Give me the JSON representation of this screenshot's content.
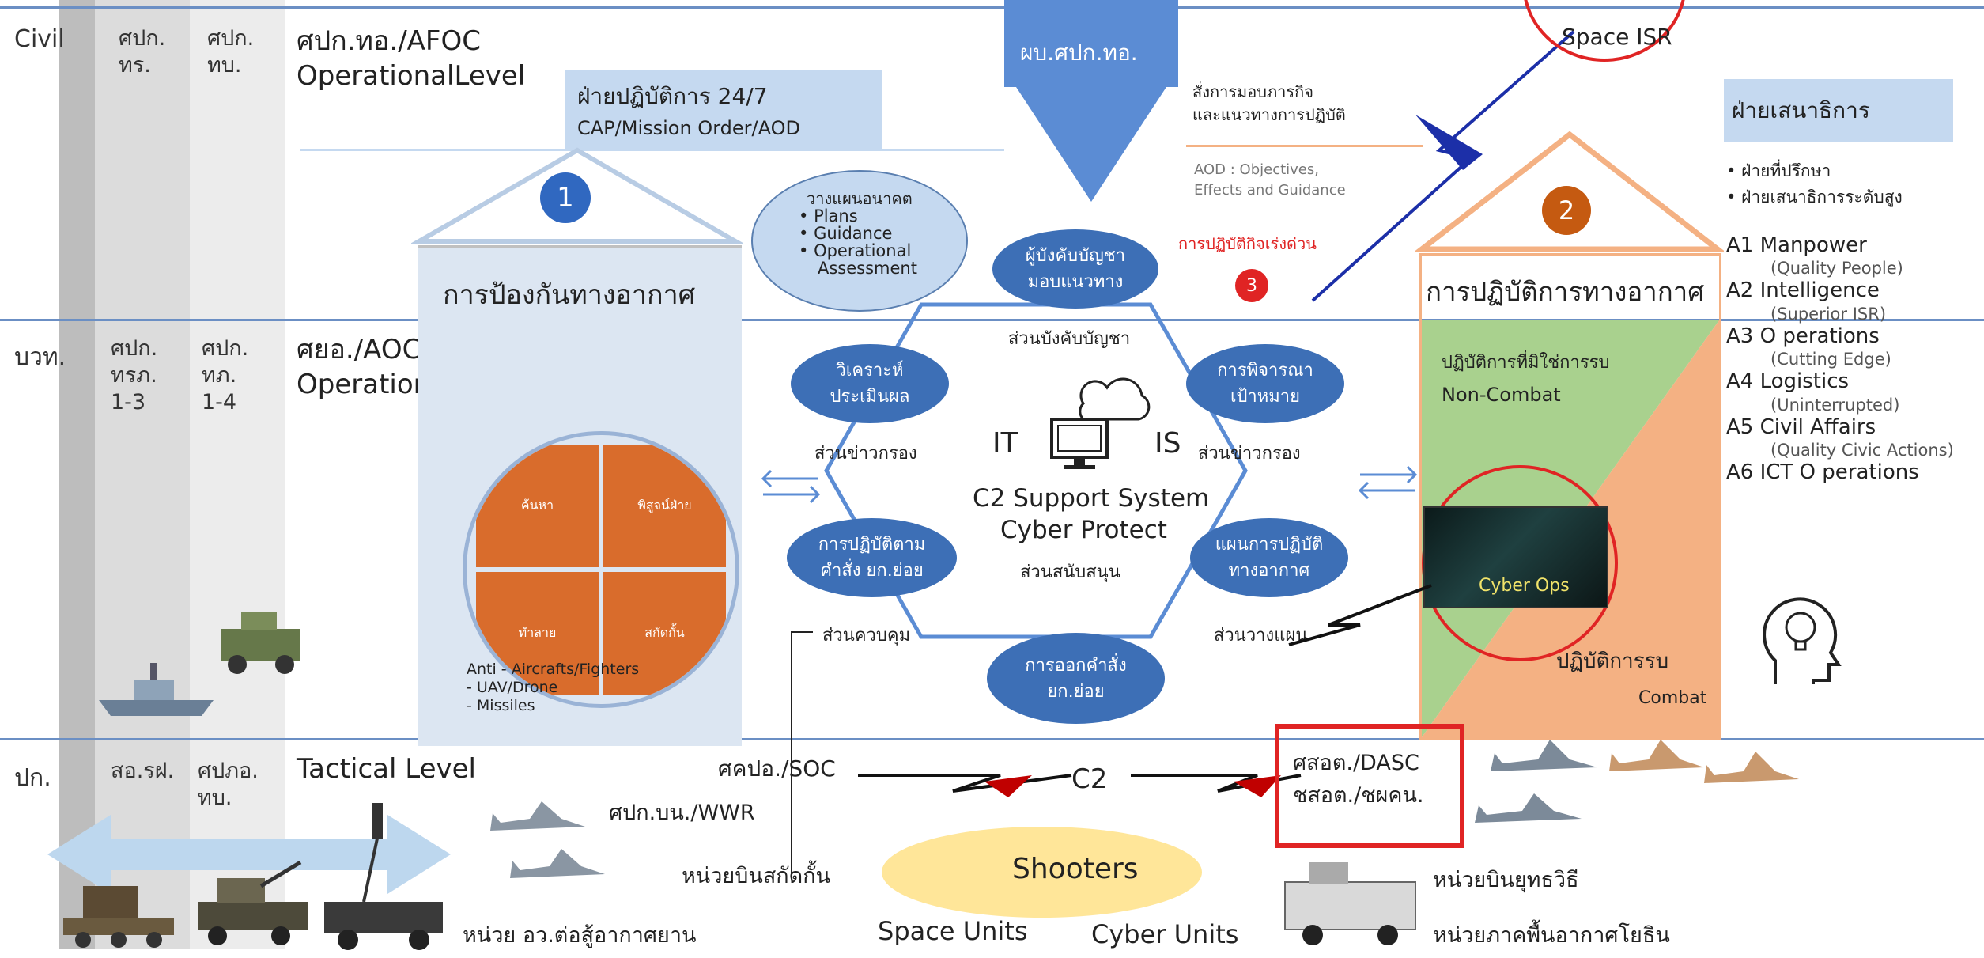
{
  "levels": {
    "civil": {
      "label": "Civil",
      "unit1": "ศปก.\nทร.",
      "unit2": "ศปก.\nทบ.",
      "title": "ศปก.ทอ./AFOC\nOperationalLevel"
    },
    "bwt": {
      "label": "บวท.",
      "unit1": "ศปก.\nทรภ.\n1-3",
      "unit2": "ศปก.\nทภ.\n1-4",
      "title": "ศยอ./AOC\nOperational/Tactical Level"
    },
    "pk": {
      "label": "ปก.",
      "unit1": "สอ.รฝ.",
      "unit2": "ศปภอ.\nทบ.",
      "title": "Tactical Level"
    }
  },
  "top_arrow": "ผบ.ศปก.ทอ.",
  "ops247": {
    "title": "ฝ่ายปฏิบัติการ 24/7",
    "sub": "CAP/Mission Order/AOD"
  },
  "badges": {
    "one": "1",
    "two": "2",
    "three": "3"
  },
  "air_defense": {
    "title": "การป้องกันทางอากาศ",
    "quadrants": [
      "ค้นหา",
      "พิสูจน์ฝ่าย",
      "ทำลาย",
      "สกัดกั้น"
    ],
    "threats": "Anti - Aircrafts/Fighters\n- UAV/Drone\n- Missiles"
  },
  "planning_bubble": {
    "title": "วางแผนอนาคต",
    "items": [
      "Plans",
      "Guidance",
      "Operational",
      "Assessment"
    ]
  },
  "commander_order": "สั่งการมอบภารกิจ\nและแนวทางการปฏิบัติ",
  "aod": "AOD : Objectives,\nEffects and Guidance",
  "urgent_ops": "การปฏิบัติกิจเร่งด่วน",
  "space_isr": "Space ISR",
  "staff": {
    "title": "ฝ่ายเสนาธิการ",
    "bullets": [
      "ฝ่ายที่ปรึกษา",
      "ฝ่ายเสนาธิการระดับสูง"
    ],
    "items": [
      {
        "name": "A1 Manpower",
        "sub": "(Quality People)"
      },
      {
        "name": "A2 Intelligence",
        "sub": "(Superior ISR)"
      },
      {
        "name": "A3 O perations",
        "sub": "(Cutting Edge)"
      },
      {
        "name": "A4 Logistics",
        "sub": "(Uninterrupted)"
      },
      {
        "name": "A5 Civil Affairs",
        "sub": "(Quality Civic Actions)"
      },
      {
        "name": "A6 ICT O perations",
        "sub": ""
      }
    ]
  },
  "air_ops": {
    "title": "การปฏิบัติการทางอากาศ",
    "non_combat_th": "ปฏิบัติการที่มิใช่การรบ",
    "non_combat_en": "Non-Combat",
    "cyber": "Cyber Ops",
    "combat_th": "ปฏิบัติการรบ",
    "combat_en": "Combat"
  },
  "c2": {
    "commander": "ผู้บังคับบัญชา\nมอบแนวทาง",
    "command_section": "ส่วนบังคับบัญชา",
    "analysis": "วิเคราะห์\nประเมินผล",
    "target": "การพิจารณา\nเป้าหมาย",
    "intel_left": "ส่วนข่าวกรอง",
    "intel_right": "ส่วนข่าวกรอง",
    "it": "IT",
    "is": "IS",
    "system1": "C2 Support System",
    "system2": "Cyber Protect",
    "support": "ส่วนสนับสนุน",
    "follow_orders": "การปฏิบัติตาม\nคำสั่ง ยก.ย่อย",
    "air_plan": "แผนการปฏิบัติ\nทางอากาศ",
    "control": "ส่วนควบคุม",
    "planning": "ส่วนวางแผน",
    "issue_orders": "การออกคำสั่ง\nยก.ย่อย"
  },
  "tactical": {
    "soc": "ศคปอ./SOC",
    "c2": "C2",
    "dasc": "ศสอต./DASC\nชสอต./ชผคน.",
    "wwr": "ศปก.บน./WWR",
    "interceptors": "หน่วยบินสกัดกั้น",
    "shooters": "Shooters",
    "tactical_units": "หน่วยบินยุทธวิธี",
    "aa_units": "หน่วย อว.ต่อสู้อากาศยาน",
    "space_units": "Space Units",
    "cyber_units": "Cyber Units",
    "ground_units": "หน่วยภาคพื้นอากาศโยธิน"
  },
  "colors": {
    "blue_oval": "#3d6fb6",
    "orange": "#d96c2c",
    "red": "#e02424",
    "green": "#a9d18e",
    "peach": "#f4b183"
  }
}
